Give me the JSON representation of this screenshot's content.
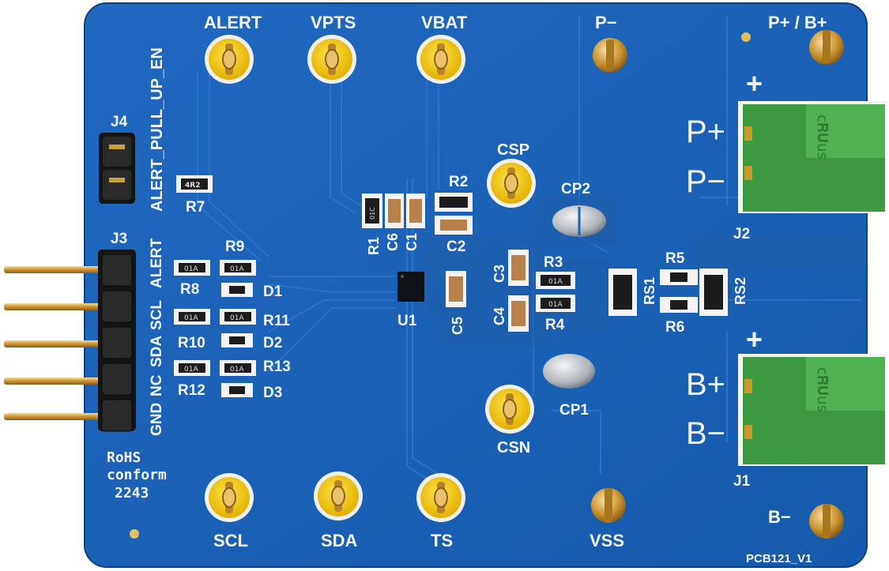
{
  "board": {
    "test_points": {
      "alert": "ALERT",
      "vpts": "VPTS",
      "vbat": "VBAT",
      "csp": "CSP",
      "csn": "CSN",
      "scl": "SCL",
      "sda": "SDA",
      "ts": "TS",
      "vss": "VSS",
      "p_minus": "P−",
      "p_plus_b_plus": "P+ / B+",
      "b_minus": "B−"
    },
    "headers": {
      "j4": "J4",
      "j4_label": "ALERT_PULL_UP_EN",
      "j3": "J3",
      "j3_pins": [
        "ALERT",
        "SCL",
        "SDA",
        "NC",
        "GND"
      ]
    },
    "connectors": {
      "j2": "J2",
      "j2_plus": "+",
      "j2_p_plus": "P+",
      "j2_p_minus": "P−",
      "j1": "J1",
      "j1_plus": "+",
      "j1_b_plus": "B+",
      "j1_b_minus": "B−",
      "ul_mark": "c𝐑𝐔us"
    },
    "components": {
      "r7": "R7",
      "r9": "R9",
      "r8": "R8",
      "d1": "D1",
      "r11": "R11",
      "r10": "R10",
      "d2": "D2",
      "r13": "R13",
      "r12": "R12",
      "d3": "D3",
      "r1": "R1",
      "c6": "C6",
      "c1": "C1",
      "r2": "R2",
      "c2": "C2",
      "u1": "U1",
      "c5": "C5",
      "c3": "C3",
      "c4": "C4",
      "r3": "R3",
      "r4": "R4",
      "r5": "R5",
      "r6": "R6",
      "rs1": "RS1",
      "rs2": "RS2",
      "cp1": "CP1",
      "cp2": "CP2"
    },
    "smd_markings": {
      "r7": "4R2",
      "r8": "01A",
      "r9": "01A",
      "r10": "01A",
      "r11": "01A",
      "r12": "01A",
      "r13": "01A",
      "r3": "01A",
      "r4": "01A",
      "r1": "01C"
    },
    "rohs": [
      "RoHS",
      "conform",
      "2243"
    ],
    "pcb_id": "PCB121_V1"
  },
  "colors": {
    "pcb_blue": "#1b62b6",
    "pcb_dark": "#144e98",
    "connector_green": "#49a84a",
    "gold": "#d8a23a",
    "testpoint_yellow": "#f3c400"
  }
}
